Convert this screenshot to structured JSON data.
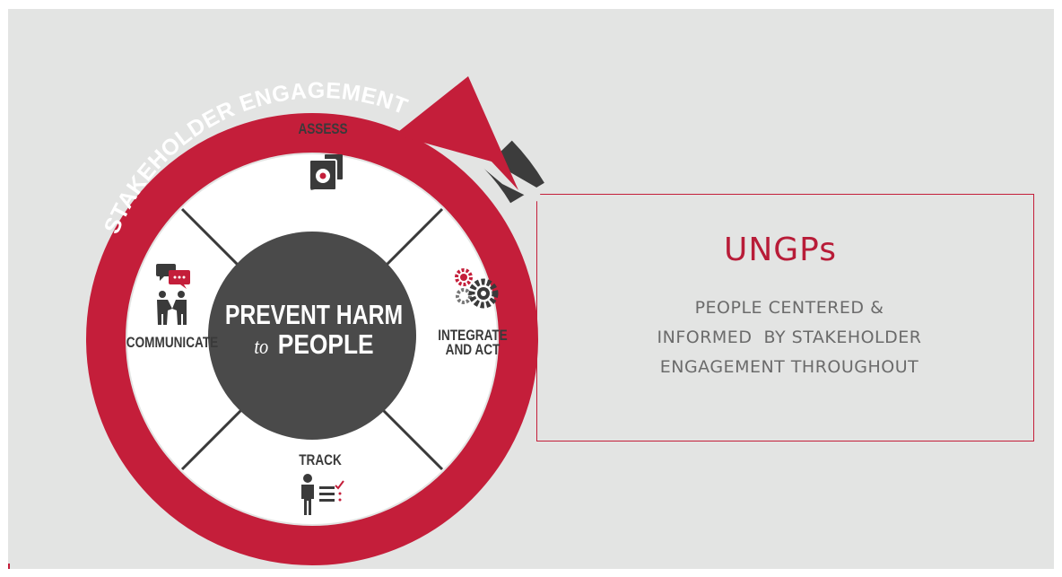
{
  "diagram": {
    "ring_label": "STAKEHOLDER ENGAGEMENT",
    "center": {
      "line1": "PREVENT HARM",
      "line2_prefix": "to",
      "line2_word": "PEOPLE"
    },
    "segments": {
      "assess": {
        "label": "ASSESS",
        "icon": "assess-icon"
      },
      "integrate": {
        "line1": "INTEGRATE",
        "line2": "AND ACT",
        "icon": "gears-icon"
      },
      "track": {
        "label": "TRACK",
        "icon": "person-checklist-icon"
      },
      "communicate": {
        "label": "COMMUNICATE",
        "icon": "people-talking-icon"
      }
    },
    "colors": {
      "accent": "#c41e3a",
      "dark": "#4a4a4a",
      "ring_dark": "#3c3c3c",
      "background": "#e3e4e3",
      "text_gray": "#6b6b6b"
    }
  },
  "info": {
    "title": "UNGPs",
    "lines": [
      "PEOPLE CENTERED &",
      "INFORMED  BY STAKEHOLDER",
      "ENGAGEMENT THROUGHOUT"
    ]
  }
}
